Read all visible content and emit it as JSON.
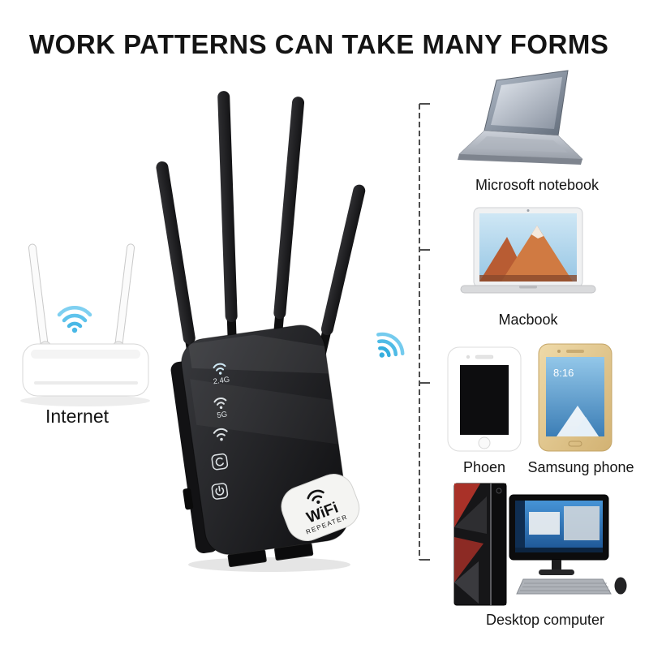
{
  "title": "WORK PATTERNS CAN TAKE MANY FORMS",
  "router": {
    "label": "Internet"
  },
  "repeater": {
    "badge": {
      "line1": "WiFi",
      "line2": "REPEATER"
    },
    "indicators": {
      "band24": "2.4G",
      "band5": "5G"
    }
  },
  "devices": {
    "notebook": {
      "label": "Microsoft notebook"
    },
    "macbook": {
      "label": "Macbook"
    },
    "iphone": {
      "label": "Phoen"
    },
    "samsung": {
      "label": "Samsung phone",
      "screen_time": "8:16"
    },
    "desktop": {
      "label": "Desktop computer"
    }
  },
  "colors": {
    "wifi_wave": "#35aede",
    "repeater_body": "#1a1a1c",
    "samsung_gold": "#dfc184",
    "monitor_blue": "#2e76b5",
    "background": "#ffffff"
  }
}
